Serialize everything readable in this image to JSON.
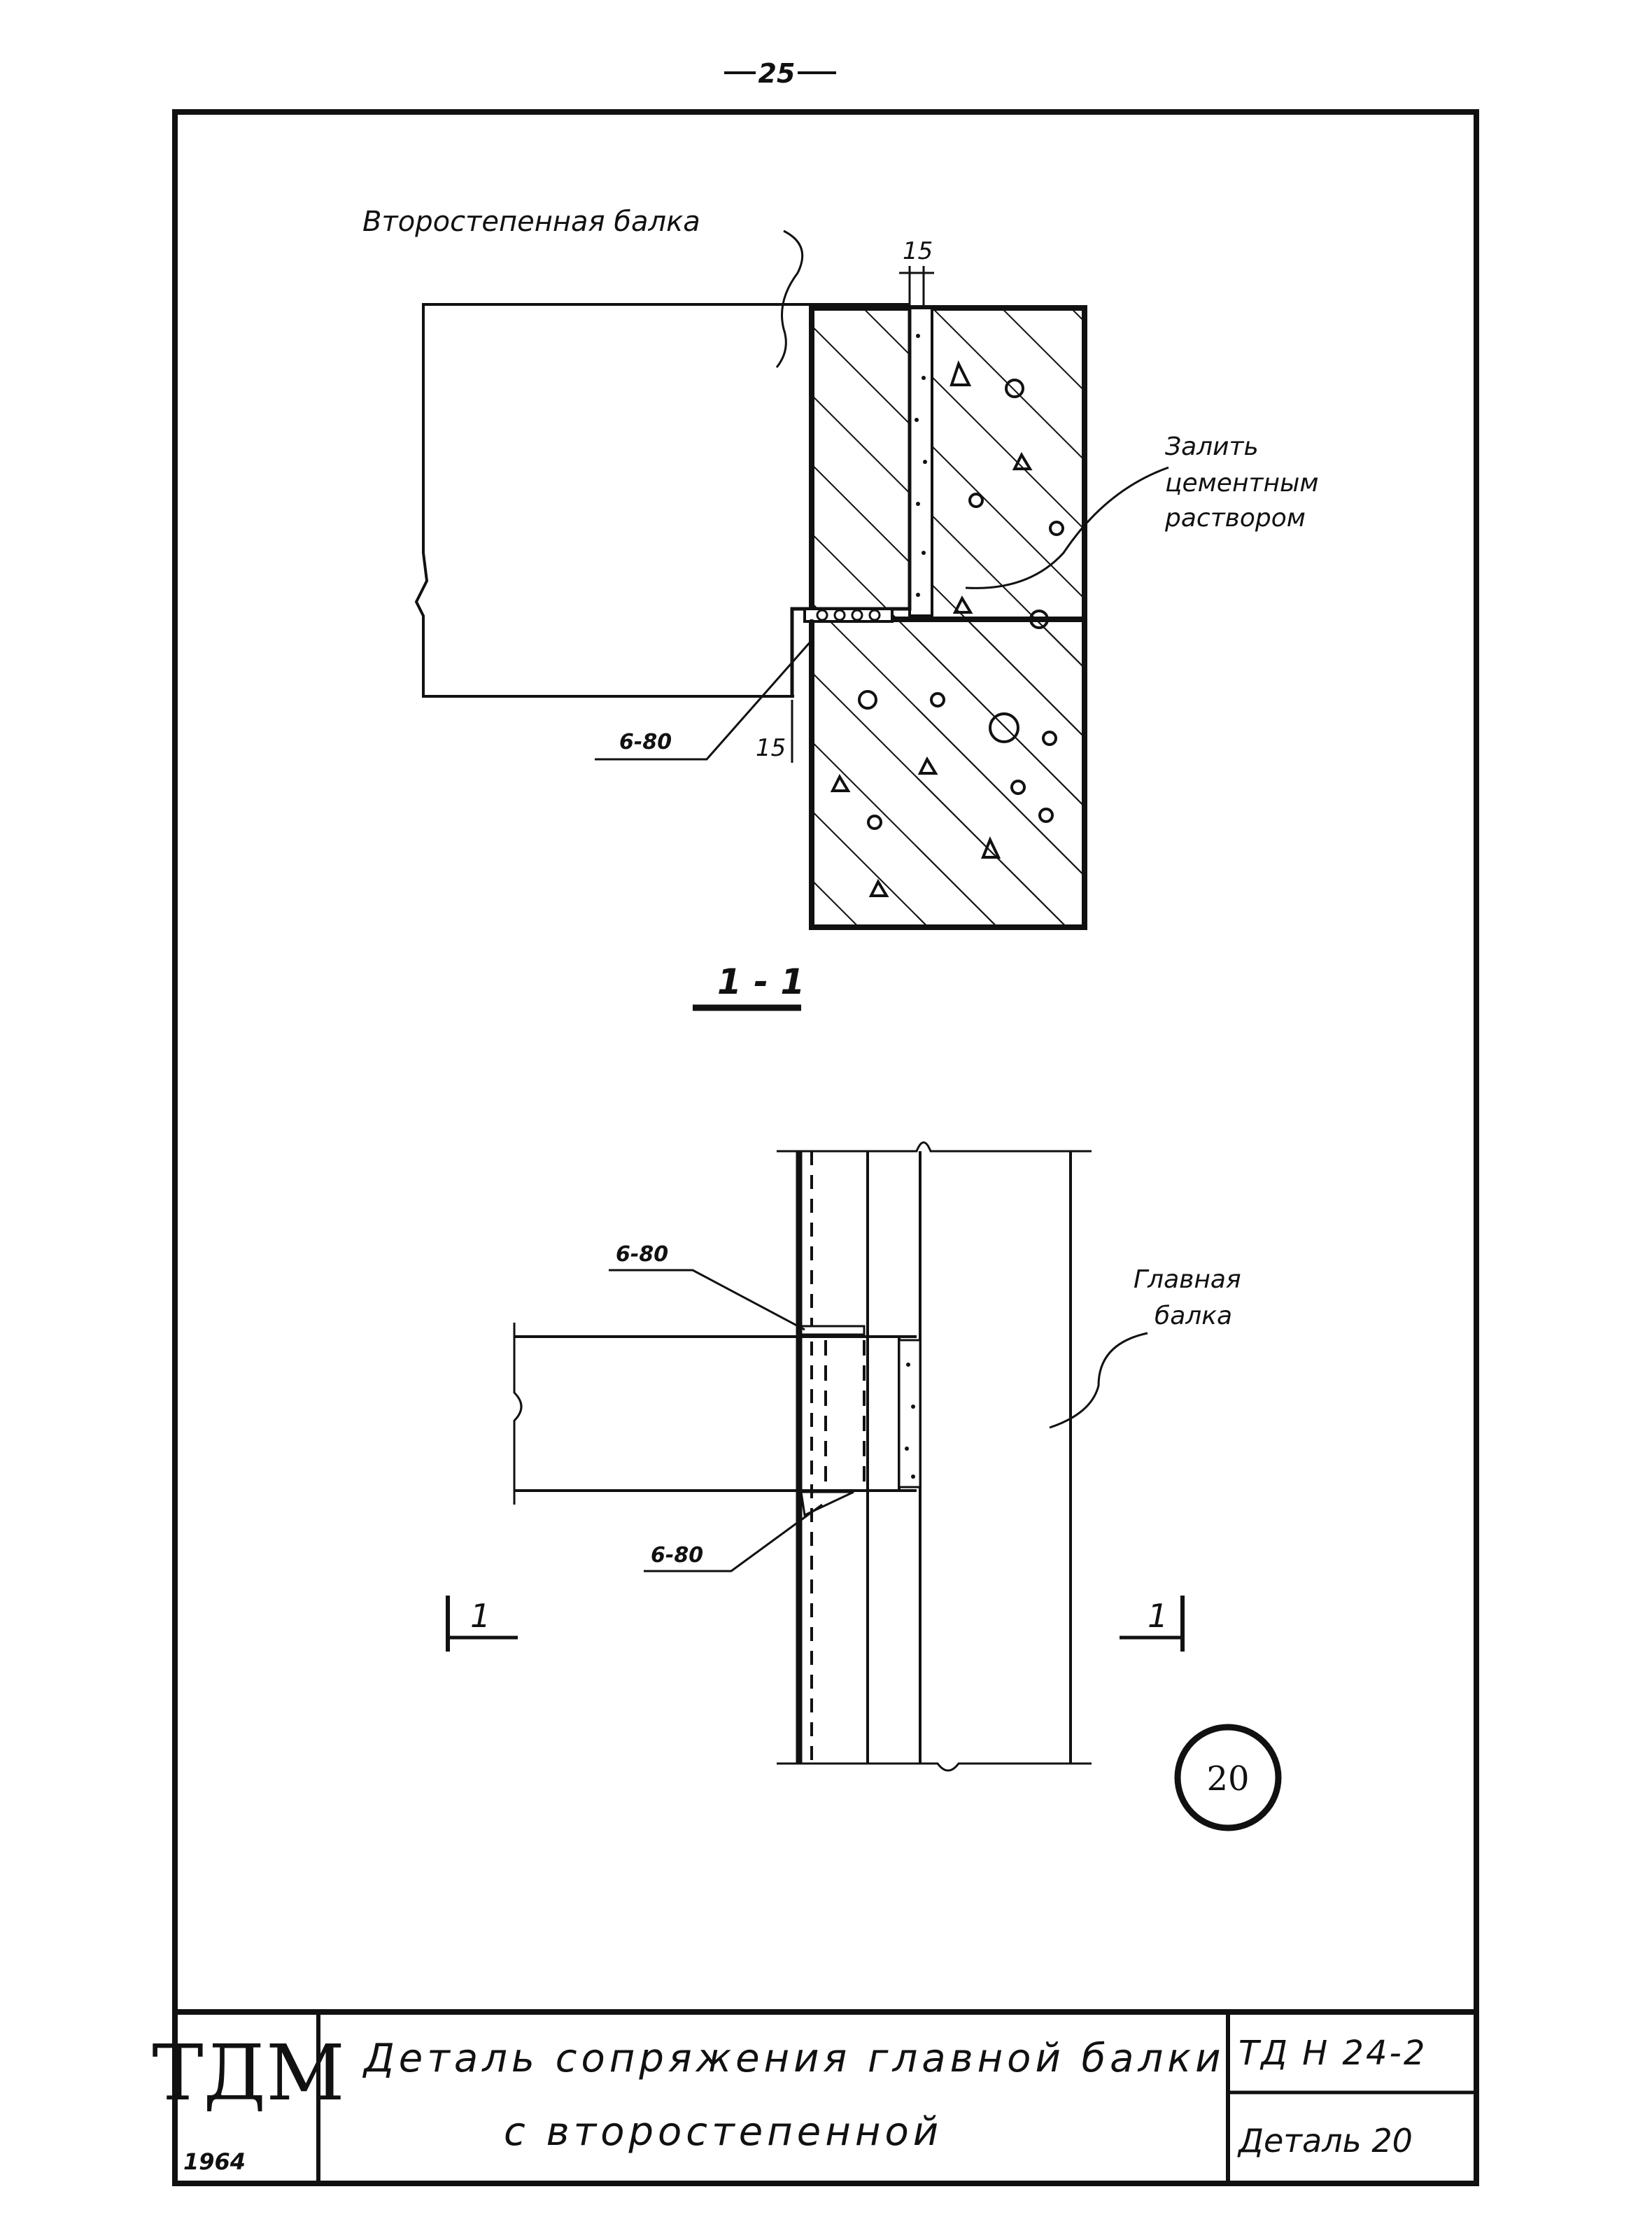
{
  "page_number": "25",
  "section_view": {
    "label_secondary_beam": "Второстепенная балка",
    "label_fill": [
      "Залить",
      "цементным",
      "раствором"
    ],
    "dim_top": "15",
    "dim_bottom": "15",
    "weld_label": "6-80",
    "section_mark": "1 - 1"
  },
  "plan_view": {
    "weld_label_top": "6-80",
    "weld_label_bottom": "6-80",
    "label_main_beam": [
      "Главная",
      "балка"
    ],
    "cut_left": "1",
    "cut_right": "1"
  },
  "detail_number": "20",
  "title_block": {
    "org": "ТДМ",
    "year": "1964",
    "title_line1": "Деталь сопряжения главной балки",
    "title_line2": "с второстепенной",
    "code": "ТД Н 24-2",
    "detail": "Деталь 20"
  }
}
